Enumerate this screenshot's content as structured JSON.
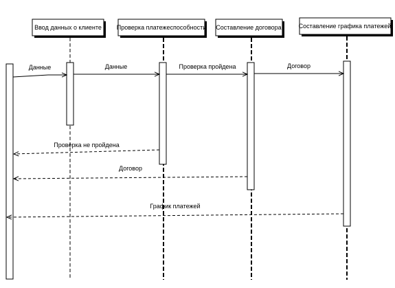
{
  "participants": [
    {
      "id": "client_input",
      "label": "Ввод данных о клиенте"
    },
    {
      "id": "solvency_check",
      "label": "Проверка платежеспособности"
    },
    {
      "id": "contract",
      "label": "Составление договора"
    },
    {
      "id": "schedule",
      "label": "Составление графика платежей"
    }
  ],
  "messages": [
    {
      "id": "m1",
      "label": "Данные",
      "kind": "call"
    },
    {
      "id": "m2",
      "label": "Данные",
      "kind": "call"
    },
    {
      "id": "m3",
      "label": "Проверка пройдена",
      "kind": "call"
    },
    {
      "id": "m4",
      "label": "Договор",
      "kind": "call"
    },
    {
      "id": "m5",
      "label": "Проверка не пройдена",
      "kind": "return"
    },
    {
      "id": "m6",
      "label": "Договор",
      "kind": "return"
    },
    {
      "id": "m7",
      "label": "График платежей",
      "kind": "return"
    }
  ]
}
